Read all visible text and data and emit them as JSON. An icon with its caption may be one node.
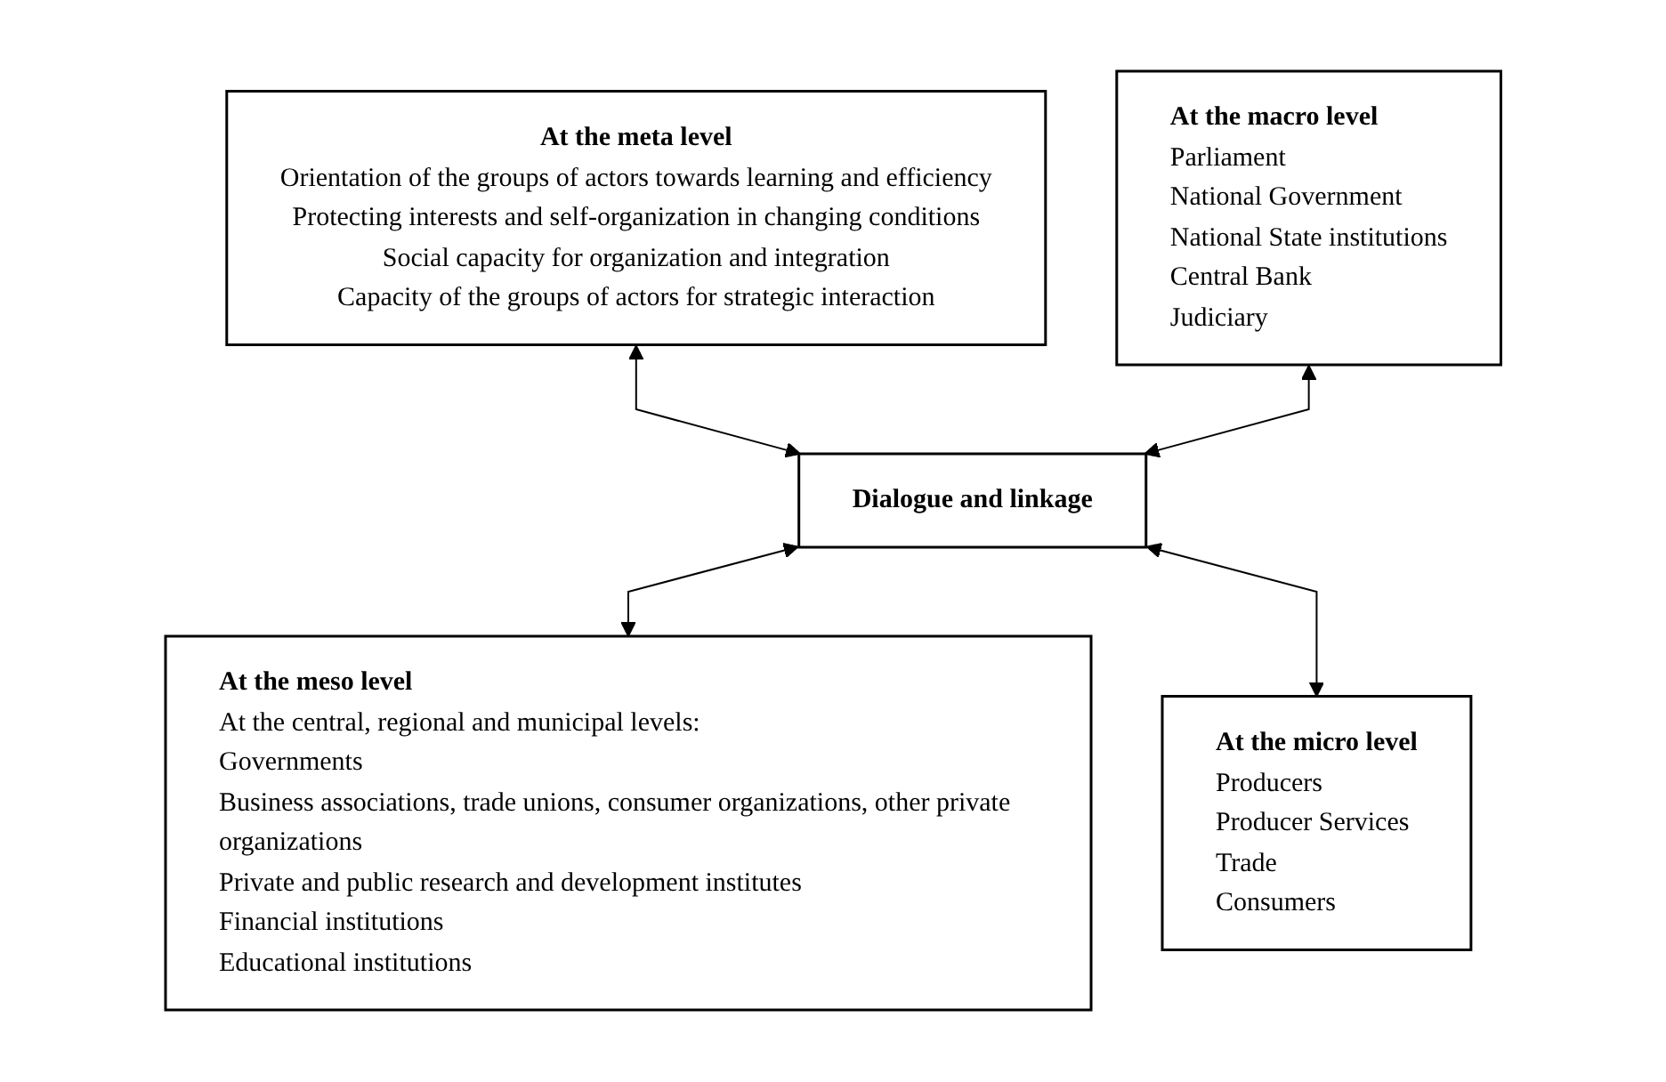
{
  "diagram": {
    "nodes": [
      {
        "text": [
          "At the meta level",
          "Orientation of the groups of actors towards learning and efficiency",
          "Protecting interests and self-organization in changing conditions",
          "Social capacity for organization and integration",
          "Capacity of the groups of actors for strategic interaction"
        ]
      },
      {
        "text": [
          "At the macro level",
          "Parliament",
          "National Government",
          "National State institutions",
          "Central Bank",
          "Judiciary"
        ]
      },
      {
        "text": [
          "Dialogue and linkage"
        ]
      },
      {
        "text": [
          "At the meso level",
          "At the central, regional and municipal levels:",
          "Governments",
          "Business associations, trade unions, consumer organizations, other private organizations",
          "Private and public research and development institutes",
          "Financial institutions",
          "Educational institutions"
        ]
      },
      {
        "text": [
          "At the micro level",
          "Producers",
          "Producer Services",
          "Trade",
          "Consumers"
        ]
      }
    ],
    "edges": [
      {
        "from": 0,
        "to": 2,
        "arrow": "both"
      },
      {
        "from": 1,
        "to": 2,
        "arrow": "both"
      },
      {
        "from": 2,
        "to": 3,
        "arrow": "both"
      },
      {
        "from": 2,
        "to": 4,
        "arrow": "both"
      }
    ]
  }
}
